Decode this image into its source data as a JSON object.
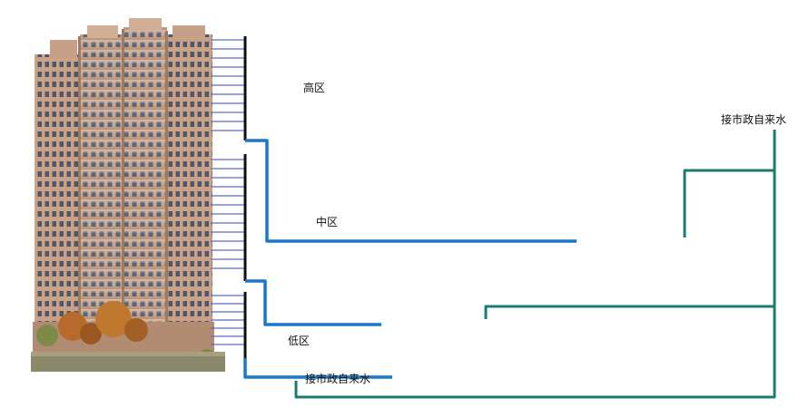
{
  "zones": {
    "high": "高区",
    "mid": "中区",
    "low": "低区"
  },
  "water_source": {
    "top_label": "接市政自来水",
    "bottom_label": "接市政自来水"
  },
  "colors": {
    "supply_pipe": "#1a78c8",
    "municipal_pipe": "#1d7a72",
    "riser_pipe": "#111111",
    "branch_pipe": "#5a6ad0",
    "tank": "#2a78c0",
    "base": "#1e66b0",
    "cabinet": "#e2e4e6",
    "building": "#c9a488",
    "building_shadow": "#9e7a60",
    "window": "#5b6478",
    "tree": "#b86a2a",
    "ground": "#8a8a6a"
  },
  "icons": {
    "building": "high-rise-building",
    "pump_set": "booster-pump-set",
    "control_cabinet": "control-cabinet"
  }
}
